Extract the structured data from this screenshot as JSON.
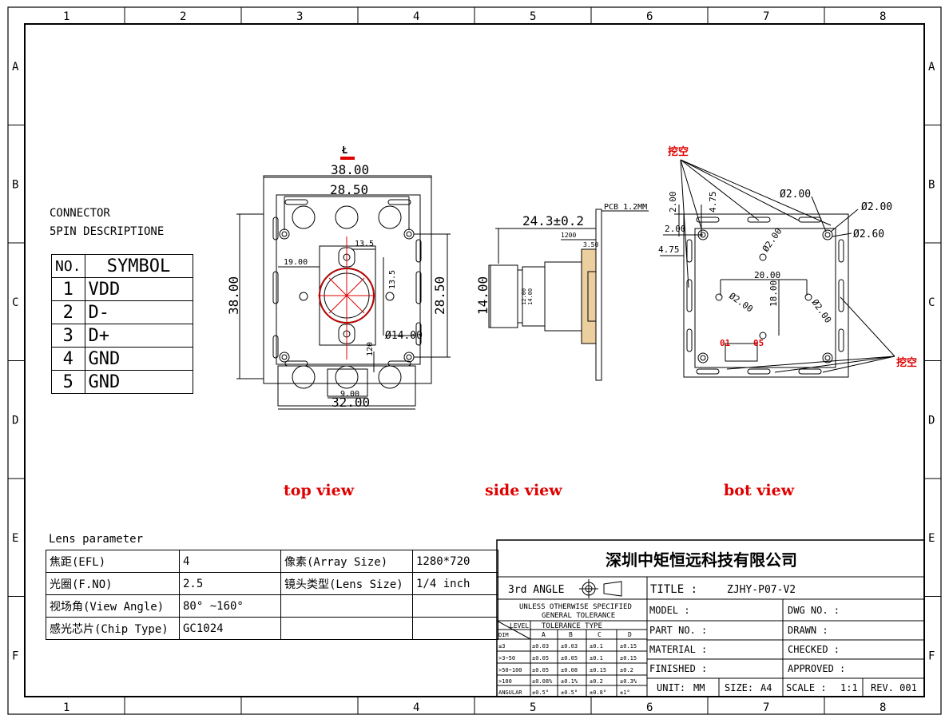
{
  "grid": {
    "columns": [
      "1",
      "2",
      "3",
      "4",
      "5",
      "6",
      "7",
      "8"
    ],
    "bottom_columns": [
      "1",
      "4",
      "5",
      "6",
      "7",
      "8"
    ],
    "rows": [
      "A",
      "B",
      "C",
      "D",
      "E",
      "F"
    ]
  },
  "connector": {
    "title_line1": "CONNECTOR",
    "title_line2": "5PIN DESCRIPTIONE",
    "header_no": "NO.",
    "header_symbol": "SYMBOL",
    "pins": [
      {
        "no": "1",
        "symbol": "VDD"
      },
      {
        "no": "2",
        "symbol": "D-"
      },
      {
        "no": "3",
        "symbol": "D+"
      },
      {
        "no": "4",
        "symbol": "GND"
      },
      {
        "no": "5",
        "symbol": "GND"
      }
    ]
  },
  "top_view": {
    "label": "top view",
    "dims": {
      "width_outer": "38.00",
      "width_holes": "28.50",
      "height_outer": "38.00",
      "height_holes": "28.50",
      "bottom_width": "32.00",
      "small_a": "13.5",
      "small_b": "13.5",
      "d19": "19.00",
      "dia14": "Ø14.00",
      "d120": "120",
      "d9": "9.00"
    }
  },
  "side_view": {
    "label": "side view",
    "dims": {
      "length": "24.3±0.2",
      "pcb": "PCB 1.2MM",
      "d1200": "1200",
      "d350": "3.50",
      "d1400": "14.00",
      "small1": "12.00",
      "small2": "14.00"
    }
  },
  "bot_view": {
    "label": "bot view",
    "cutout_top": "挖空",
    "cutout_bottom": "挖空",
    "dims": {
      "d200a": "2.00",
      "d475a": "4.75",
      "d200b": "2.00",
      "d475b": "4.75",
      "phi200a": "Ø2.00",
      "phi200b": "Ø2.00",
      "phi260": "Ø2.60",
      "phi200c": "Ø2.00",
      "phi200d": "Ø2.00",
      "phi200e": "Ø2.00",
      "d2000": "20.00",
      "d1800": "18.00",
      "pin1": "01",
      "pin5": "05"
    }
  },
  "lens_parameter": {
    "title": "Lens parameter",
    "rows": [
      [
        "焦距(EFL)",
        "4",
        "像素(Array Size)",
        "1280*720"
      ],
      [
        "光圈(F.NO)",
        "2.5",
        "镜头类型(Lens Size)",
        "1/4 inch"
      ],
      [
        "视场角(View Angle)",
        "80° ~160°",
        "",
        ""
      ],
      [
        "感光芯片(Chip Type)",
        "GC1024",
        "",
        ""
      ]
    ]
  },
  "title_block": {
    "company": "深圳中矩恒远科技有限公司",
    "angle": "3rd ANGLE",
    "title_label": "TITLE :",
    "title_value": "ZJHY-P07-V2",
    "unless": "UNLESS OTHERWISE SPECIFIED",
    "general": "GENERAL TOLERANCE",
    "level": "LEVEL",
    "tolerance_type": "TOLERANCE TYPE",
    "dim": "DIM",
    "tol_cols": [
      "A",
      "B",
      "C",
      "D"
    ],
    "tol_rows": [
      [
        "≤3",
        "±0.03",
        "±0.03",
        "±0.1",
        "±0.15"
      ],
      [
        ">3~50",
        "±0.05",
        "±0.05",
        "±0.1",
        "±0.15"
      ],
      [
        ">50~100",
        "±0.05",
        "±0.08",
        "±0.15",
        "±0.2"
      ],
      [
        ">100",
        "±0.08%",
        "±0.1%",
        "±0.2",
        "±0.3%"
      ],
      [
        "ANGULAR",
        "±0.5°",
        "±0.5°",
        "±0.8°",
        "±1°"
      ]
    ],
    "model": "MODEL :",
    "dwg_no": "DWG NO. :",
    "part_no": "PART NO. :",
    "drawn": "DRAWN :",
    "material": "MATERIAL :",
    "checked": "CHECKED :",
    "finished": "FINISHED :",
    "approved": "APPROVED :",
    "unit_label": "UNIT:",
    "unit_value": "MM",
    "size_label": "SIZE:",
    "size_value": "A4",
    "scale_label": "SCALE :",
    "scale_value": "1:1",
    "rev": "REV. 001"
  }
}
